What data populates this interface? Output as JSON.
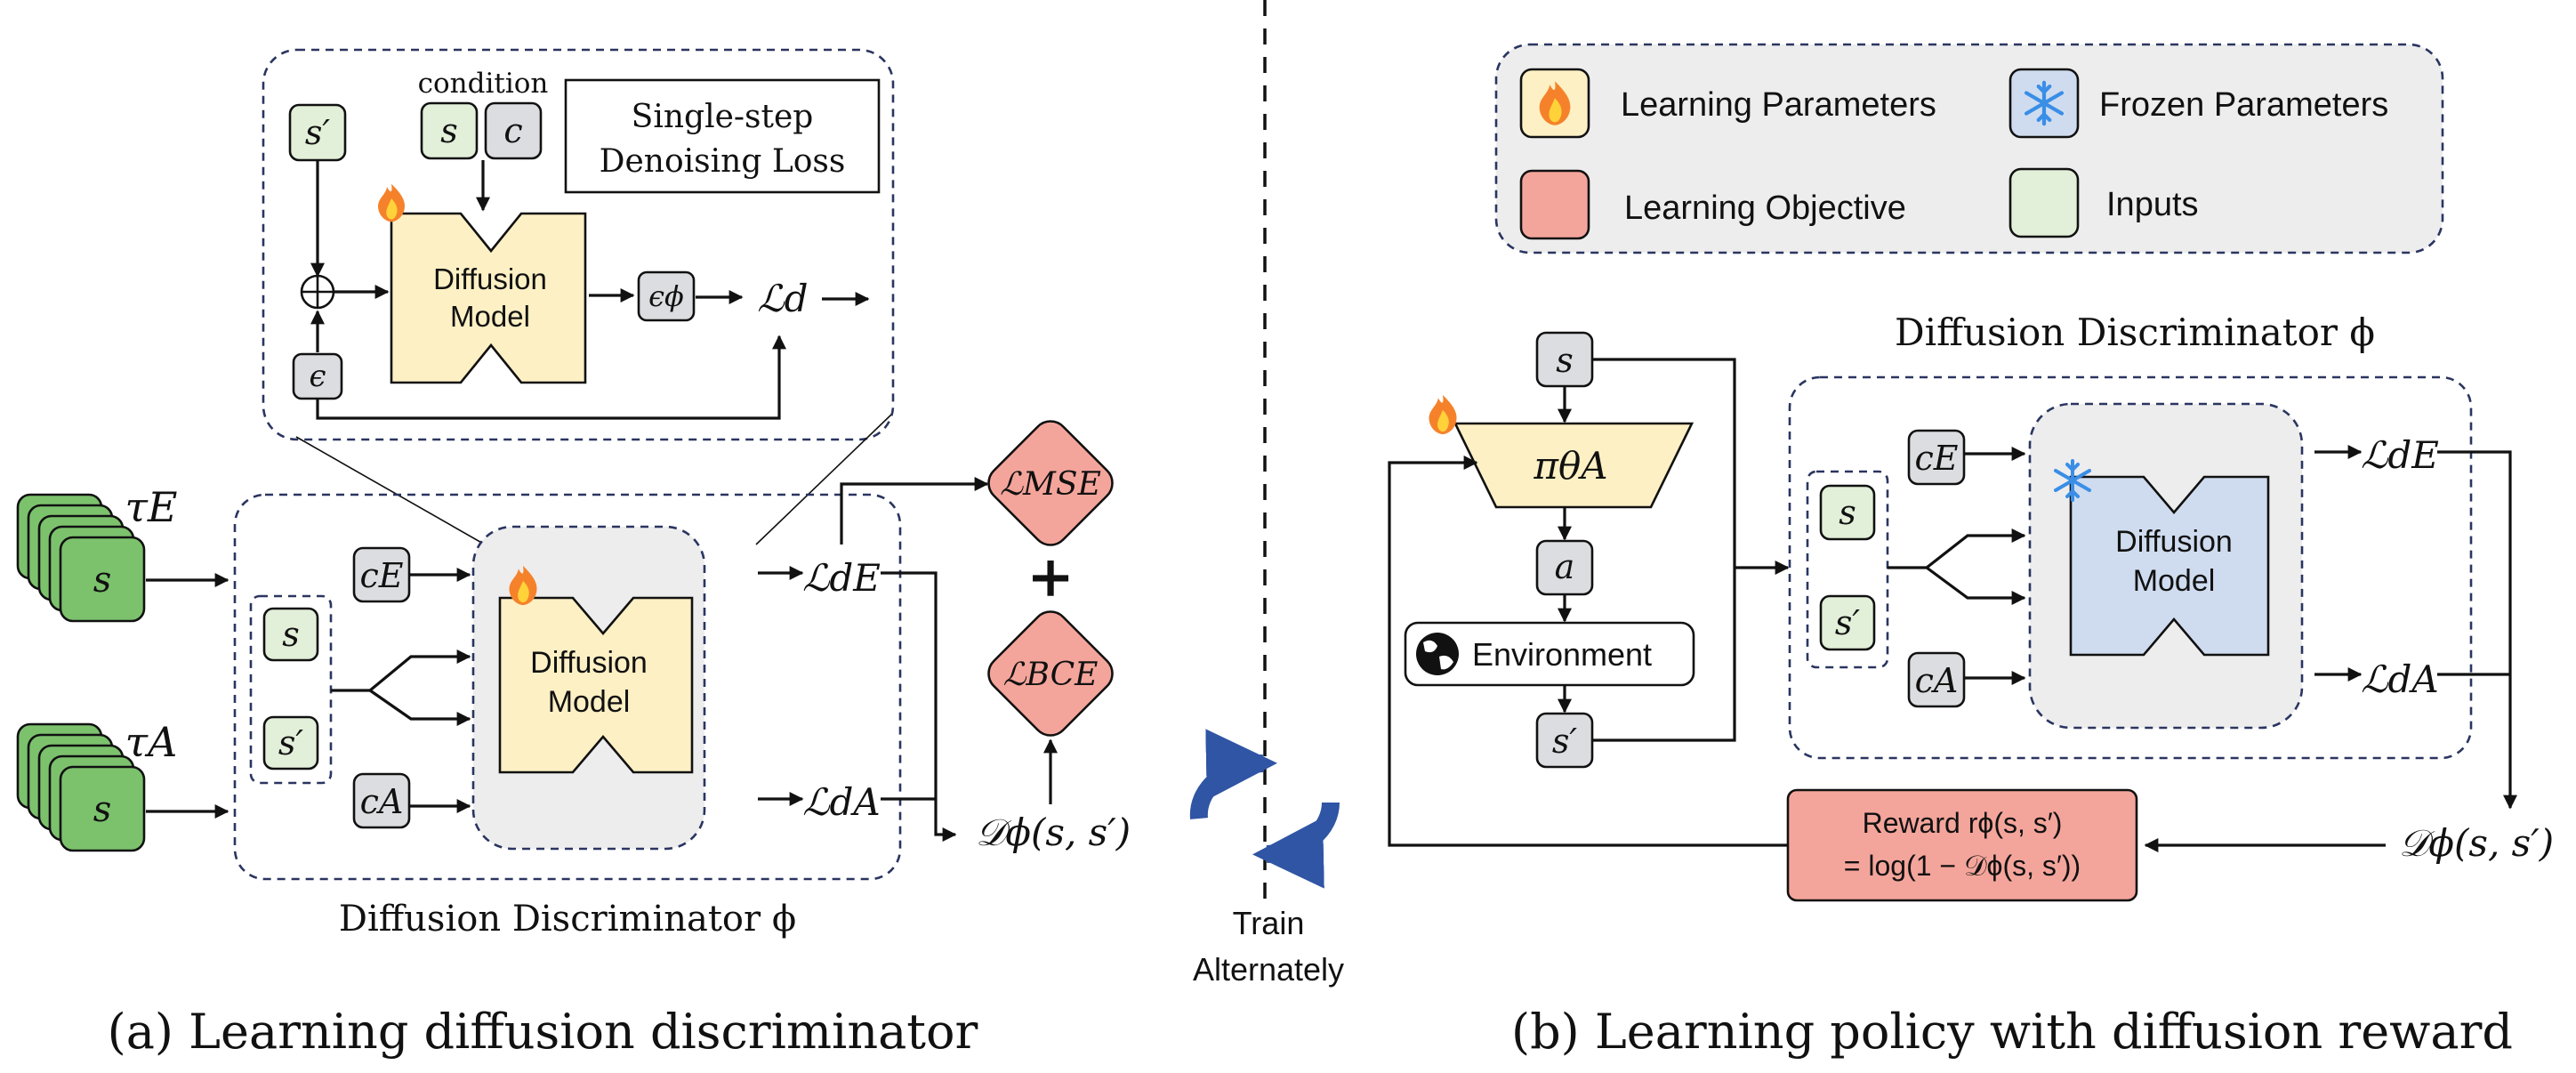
{
  "panel_a": {
    "caption": "(a) Learning diffusion discriminator",
    "inset_condition_label": "condition",
    "inset_loss_line1": "Single-step",
    "inset_loss_line2": "Denoising Loss",
    "diffusion_model_line1": "Diffusion",
    "diffusion_model_line2": "Model",
    "discriminator_label": "Diffusion Discriminator ϕ",
    "sym_s": "s",
    "sym_s_prime": "s′",
    "sym_c": "c",
    "sym_eps": "ϵ",
    "sym_eps_phi": "ϵϕ",
    "sym_loss_d": "ℒd",
    "sym_tau_e": "τE",
    "sym_tau_a": "τA",
    "sym_c_e": "cE",
    "sym_c_a": "cA",
    "sym_loss_e": "ℒdE",
    "sym_loss_a": "ℒdA",
    "sym_mse": "ℒMSE",
    "sym_bce": "ℒBCE",
    "sym_plus": "+",
    "sym_d_out": "𝒟ϕ(s, s′)"
  },
  "middle": {
    "line1": "Train",
    "line2": "Alternately"
  },
  "panel_b": {
    "caption": "(b) Learning policy with diffusion reward",
    "legend": {
      "learning_params": "Learning Parameters",
      "frozen_params": "Frozen Parameters",
      "learning_objective": "Learning Objective",
      "inputs": "Inputs"
    },
    "discriminator_label": "Diffusion Discriminator ϕ",
    "policy": "πθA",
    "action": "a",
    "environment": "Environment",
    "diffusion_model_line1": "Diffusion",
    "diffusion_model_line2": "Model",
    "reward_line1": "Reward rϕ(s, s′)",
    "reward_line2": "= log(1 − 𝒟ϕ(s, s′))",
    "sym_s": "s",
    "sym_s_prime": "s′",
    "sym_c_e": "cE",
    "sym_c_a": "cA",
    "sym_loss_e": "ℒdE",
    "sym_loss_a": "ℒdA",
    "sym_d_out": "𝒟ϕ(s, s′)"
  },
  "colors": {
    "input_green": "#e2efd9",
    "stack_green": "#7cc26d",
    "chip_gray": "#dcdde0",
    "diffusion_yellow": "#fdf0c4",
    "frozen_blue": "#cfdcef",
    "objective_red": "#f4a59b",
    "panel_gray": "#ededee",
    "dash_navy": "#2a3560",
    "cycle_blue": "#2f55a4"
  }
}
